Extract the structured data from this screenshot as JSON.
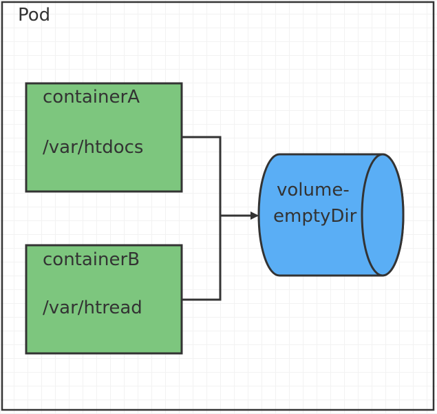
{
  "pod": {
    "title": "Pod"
  },
  "containers": [
    {
      "name": "containerA",
      "path": "/var/htdocs"
    },
    {
      "name": "containerB",
      "path": "/var/htread"
    }
  ],
  "volume": {
    "line1": "volume-",
    "line2": "emptyDir"
  },
  "colors": {
    "container_fill": "#7dc67e",
    "volume_fill": "#5aaef5",
    "stroke": "#333333",
    "grid": "#f2f2f2"
  }
}
